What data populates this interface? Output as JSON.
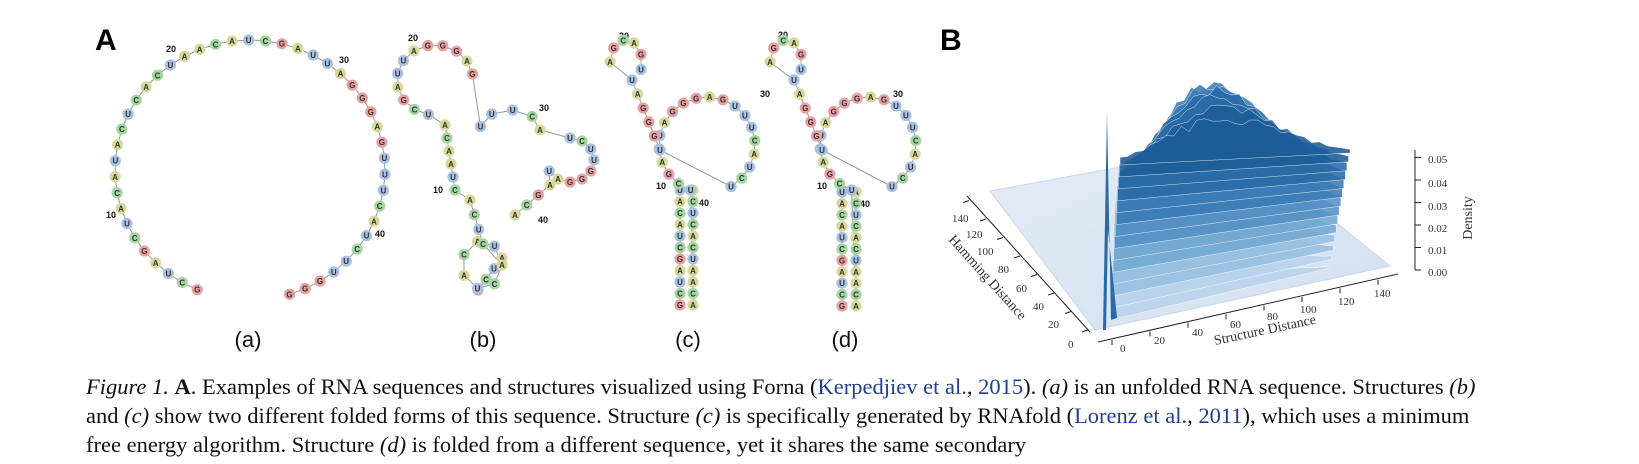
{
  "panel_a": {
    "letter": "A",
    "subfigures": [
      {
        "label": "(a)",
        "indices": [
          "20",
          "30",
          "10",
          "40"
        ]
      },
      {
        "label": "(b)",
        "indices": [
          "20",
          "30",
          "10",
          "40"
        ]
      },
      {
        "label": "(c)",
        "indices": [
          "20",
          "30",
          "10",
          "40"
        ]
      },
      {
        "label": "(d)",
        "indices": [
          "20",
          "30",
          "10",
          "40"
        ]
      }
    ],
    "sequence": "GCUAGCUACAUACUCACUAACAUCGAUUAGGGAGUUUCAUCUUGGGAUAGCAGUG",
    "colors": {
      "A": "#d7d99b",
      "U": "#a9c1e0",
      "G": "#e8a0a0",
      "C": "#a3d6a0"
    }
  },
  "panel_b": {
    "letter": "B",
    "chart_data": {
      "type": "area",
      "xlabel": "Structure Distance",
      "ylabel": "Hamming Distance",
      "zlabel": "Density",
      "x_ticks": [
        "0",
        "20",
        "40",
        "60",
        "80",
        "100",
        "120",
        "140"
      ],
      "y_ticks": [
        "0",
        "20",
        "40",
        "60",
        "80",
        "100",
        "120",
        "140"
      ],
      "z_ticks": [
        "0.00",
        "0.01",
        "0.02",
        "0.03",
        "0.04",
        "0.05"
      ],
      "xlim": [
        0,
        150
      ],
      "ylim": [
        0,
        150
      ],
      "zlim": [
        0,
        0.05
      ]
    }
  },
  "caption": {
    "fig_label": "Figure 1.",
    "bold_a": "A",
    "t1": ". Examples of RNA sequences and structures visualized using Forna (",
    "cite1": "Kerpedjiev et al.",
    "t2": ", ",
    "year1": "2015",
    "t3": "). ",
    "a": "(a)",
    "t4": " is an unfolded RNA sequence. Structures ",
    "b": "(b)",
    "t5": " and ",
    "c1": "(c)",
    "t6": " show two different folded forms of this sequence. Structure ",
    "c2": "(c)",
    "t7": " is specifically generated by RNAfold (",
    "cite2": "Lorenz et al.",
    "t8": ",",
    "year2": "2011",
    "t9": "), which uses a minimum free energy algorithm. Structure ",
    "d": "(d)",
    "t10": " is folded from a different sequence, yet it shares the same secondary"
  }
}
